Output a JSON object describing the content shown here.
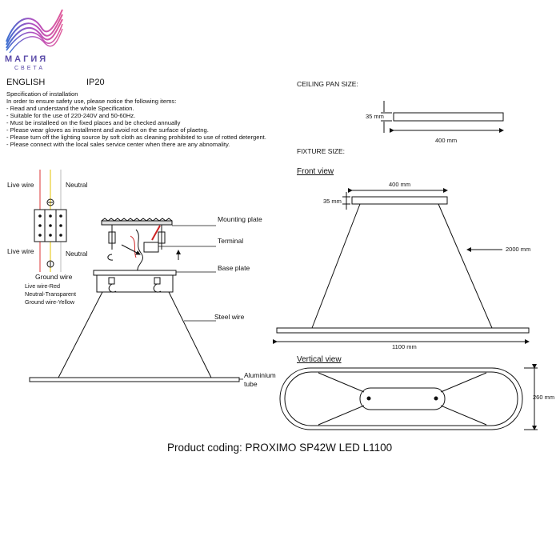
{
  "brand": {
    "name": "МАГИЯ",
    "tagline": "СВЕТА"
  },
  "header": {
    "language": "ENGLISH",
    "ip_rating": "IP20"
  },
  "spec": {
    "title": "Specification of installation",
    "intro": "In order to ensure safety use, please notice the following items:",
    "items": [
      "- Read and understand the whole Specification.",
      "- Suitable for the use of 220-240V and 50-60Hz.",
      "- Must be installeed on the fixed places and be checked annually",
      "- Please wear gloves as installment and avoid rot on the surface of plaetng.",
      "- Please turn off the lighting source by soft cloth as cleaning prohibited to use of rotted detergent.",
      "- Please connect with the local sales service center when there are any abnomality."
    ]
  },
  "ceiling_pan": {
    "title": "CEILING PAN  SIZE:",
    "height": "35 mm",
    "width": "400 mm"
  },
  "fixture": {
    "title": "FIXTURE SIZE:",
    "front_view": "Front view",
    "vertical_view": "Vertical view",
    "pan_width": "400 mm",
    "pan_height": "35 mm",
    "cable_length": "2000 mm",
    "length": "1100 mm",
    "depth": "260 mm"
  },
  "wiring": {
    "live_wire": "Live wire",
    "neutral": "Neutral",
    "ground_wire": "Ground wire",
    "legend": [
      "Live wire-Red",
      "Neutral-Transparent",
      "Ground wire-Yellow"
    ]
  },
  "mounting": {
    "mounting_plate": "Mounting plate",
    "terminal": "Terminal",
    "base_plate": "Base plate",
    "steel_wire": "Steel wire",
    "aluminium_tube": [
      "Aluminium",
      "tube"
    ]
  },
  "product_coding": "Product coding: PROXIMO SP42W LED L1100"
}
